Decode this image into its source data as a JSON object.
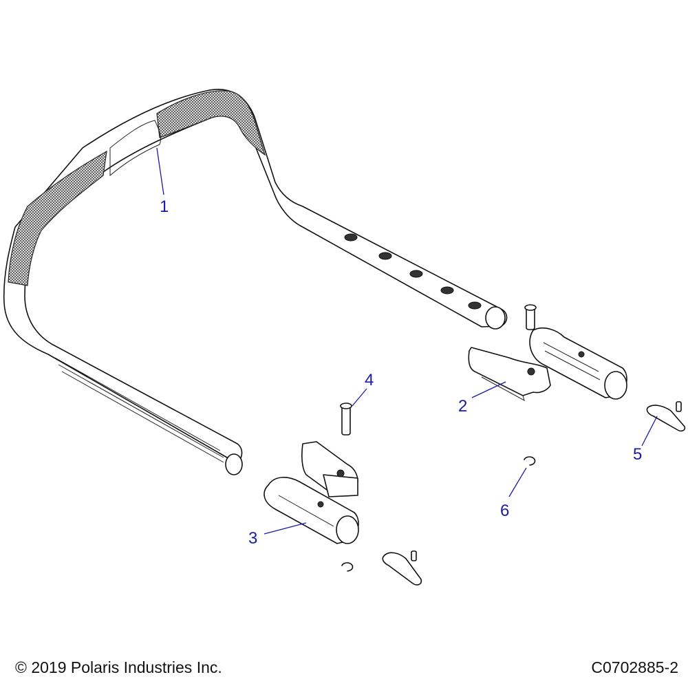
{
  "callouts": [
    {
      "id": "1",
      "label": "1"
    },
    {
      "id": "2",
      "label": "2"
    },
    {
      "id": "3",
      "label": "3"
    },
    {
      "id": "4",
      "label": "4"
    },
    {
      "id": "5",
      "label": "5"
    },
    {
      "id": "6",
      "label": "6"
    }
  ],
  "footer": {
    "copyright": "© 2019 Polaris Industries Inc.",
    "drawing_number": "C0702885-2"
  },
  "colors": {
    "callout": "#1a1aa6",
    "line": "#111111"
  }
}
